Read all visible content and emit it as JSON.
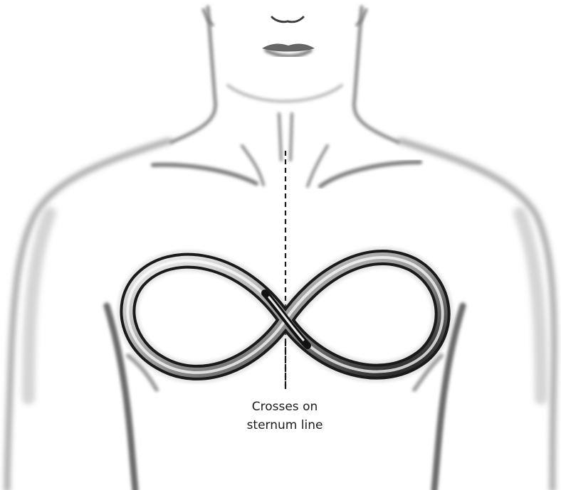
{
  "annotation": {
    "line1": "Crosses on",
    "line2": "sternum line"
  },
  "figure": {
    "subject": "torso-sketch",
    "symbol": "infinity-loop",
    "guide": "sternum-dashed-line"
  }
}
